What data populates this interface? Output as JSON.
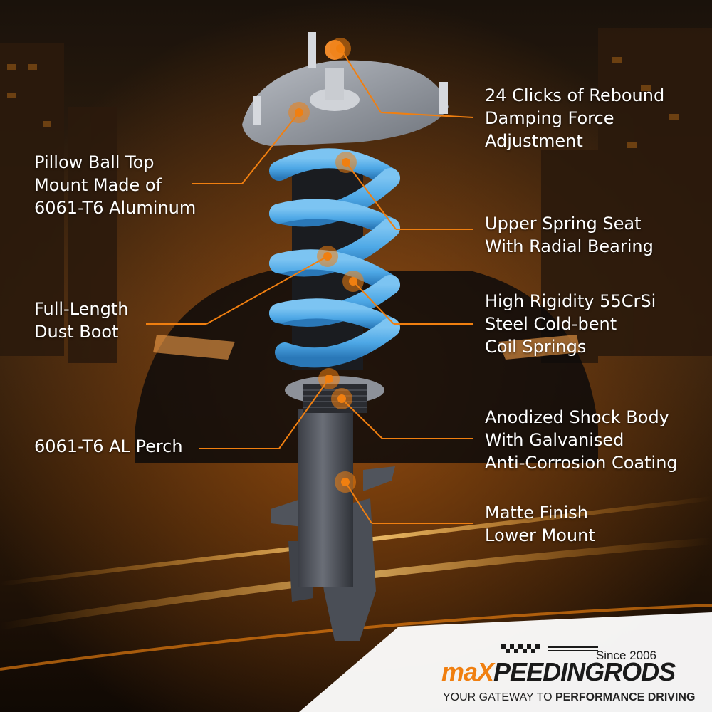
{
  "features": {
    "top_mount": [
      "Pillow Ball Top",
      "Mount Made of",
      "6061-T6 Aluminum"
    ],
    "rebound": [
      "24 Clicks of Rebound",
      "Damping Force",
      "Adjustment"
    ],
    "spring_seat": [
      "Upper Spring Seat",
      "With Radial Bearing"
    ],
    "coil_springs": [
      "High Rigidity 55CrSi",
      "Steel Cold-bent",
      "Coil Springs"
    ],
    "dust_boot": [
      "Full-Length",
      "Dust Boot"
    ],
    "perch": [
      "6061-T6 AL Perch"
    ],
    "shock_body": [
      "Anodized Shock Body",
      "With Galvanised",
      "Anti-Corrosion Coating"
    ],
    "lower_mount": [
      "Matte Finish",
      "Lower Mount"
    ]
  },
  "brand": {
    "since": "Since 2006",
    "name_prefix": "maX",
    "name_suffix": "PEEDINGRODS",
    "tagline_light": "YOUR GATEWAY TO ",
    "tagline_strong": "PERFORMANCE DRIVING"
  },
  "colors": {
    "accent": "#f07f10",
    "spring": "#4ea8e6",
    "background": "#120b06",
    "text": "#ffffff"
  }
}
